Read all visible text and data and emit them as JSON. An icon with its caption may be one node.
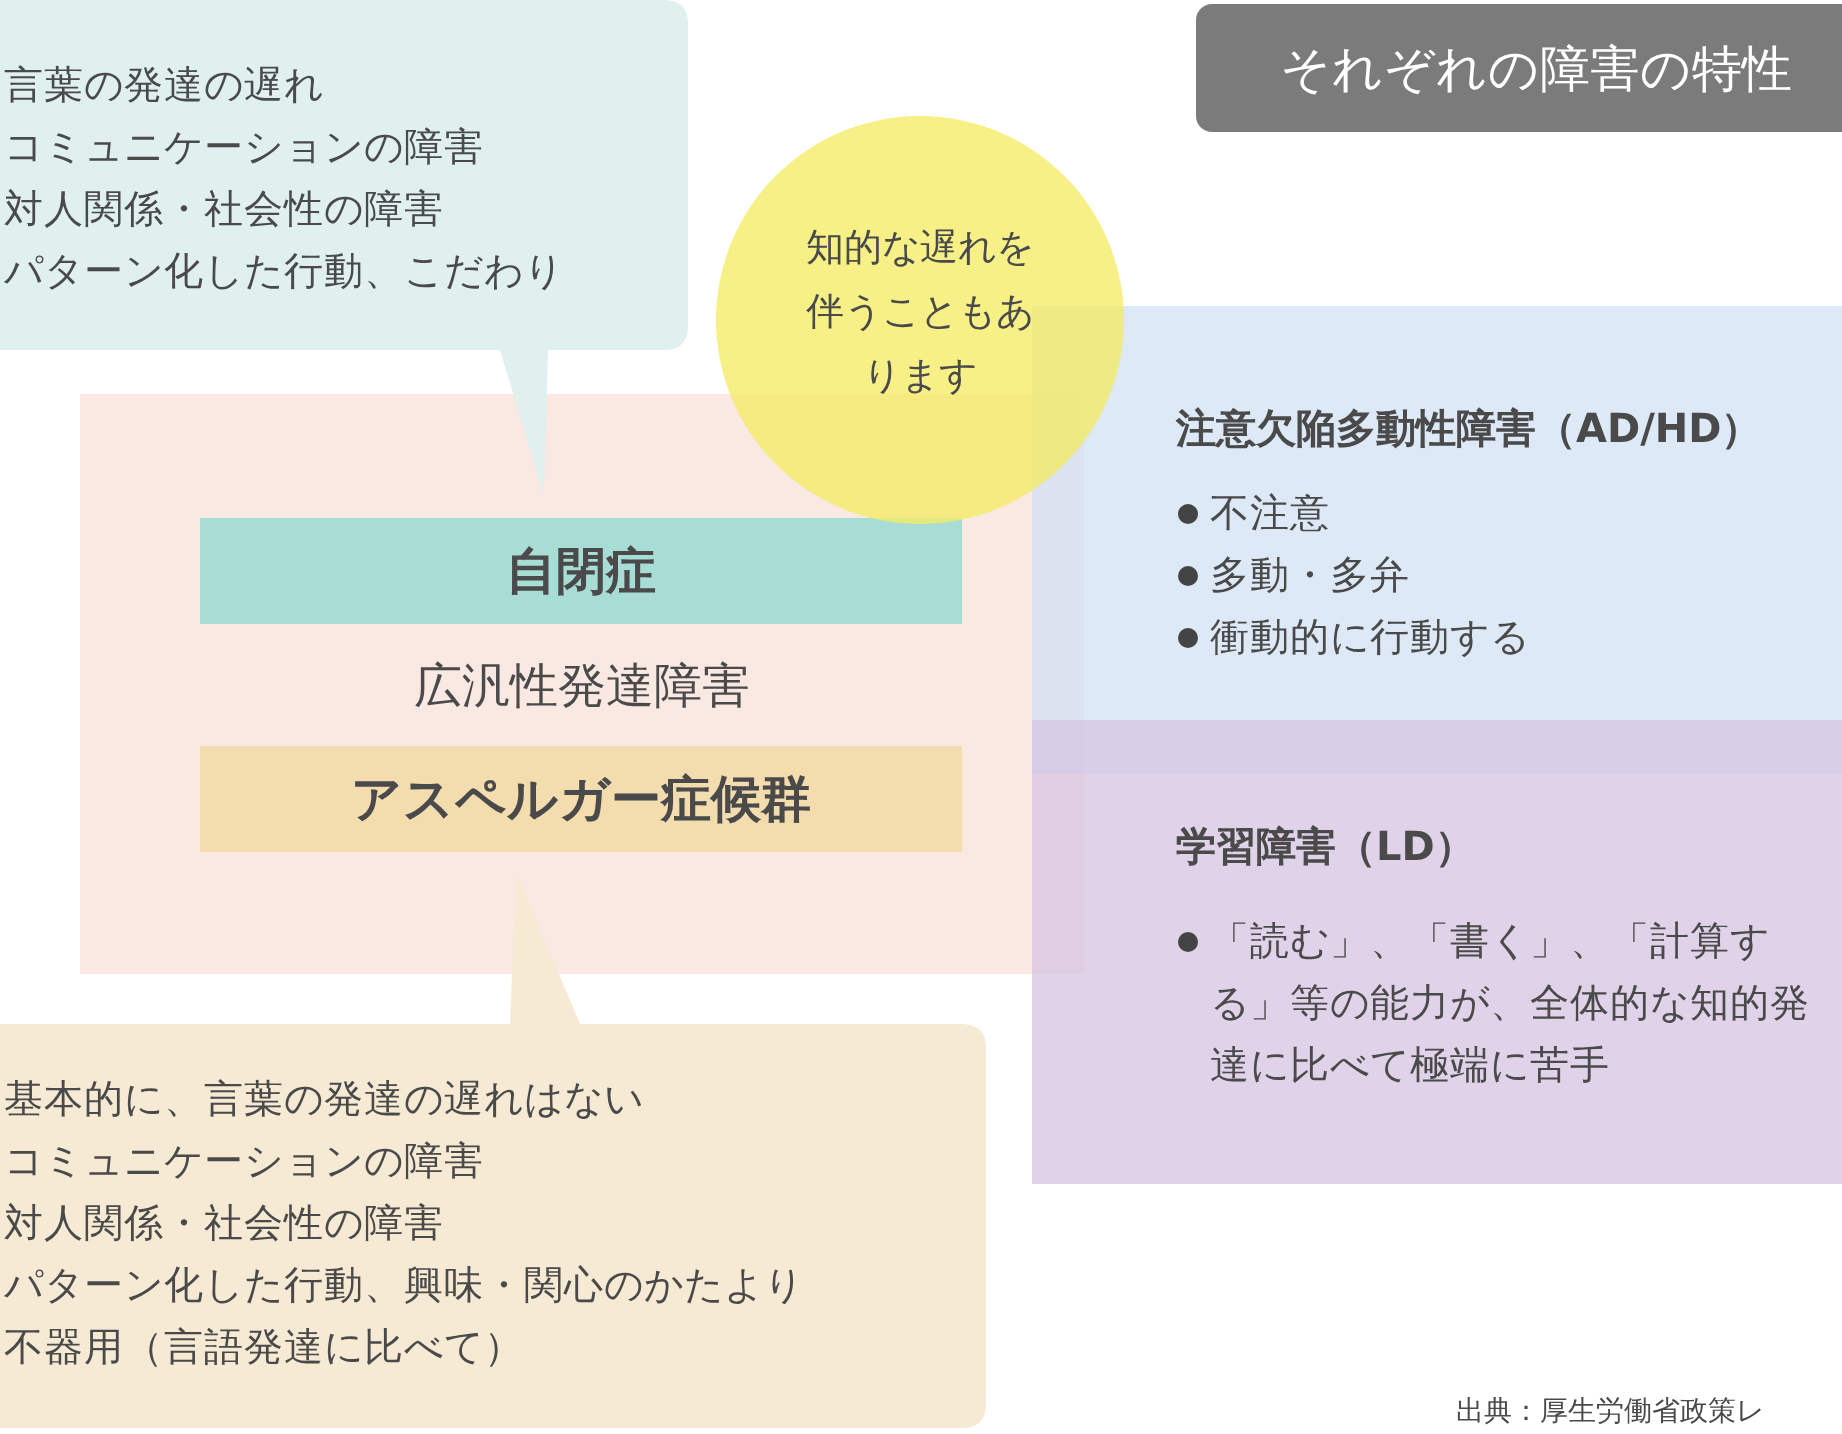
{
  "diagram": {
    "title": "それぞれの障害の特性",
    "nodes": [
      {
        "text": [
          "言葉の発達の遅れ",
          "コミュニケーションの障害",
          "対人関係・社会性の障害",
          "パターン化した行動、こだわり"
        ]
      },
      {
        "text": [
          "広汎性発達障害"
        ]
      },
      {
        "text": [
          "自閉症"
        ],
        "in": 1
      },
      {
        "text": [
          "アスペルガー症候群"
        ],
        "in": 1
      },
      {
        "text": [
          "知的な遅れを伴うこともあります"
        ]
      },
      {
        "text": [
          "注意欠陥多動性障害（AD/HD）",
          "不注意",
          "多動・多弁",
          "衝動的に行動する"
        ]
      },
      {
        "text": [
          "学習障害（LD）",
          "「読む」、「書く」、「計算する」等の能力が、全体的な知的発達に比べて極端に苦手"
        ]
      },
      {
        "text": [
          "基本的に、言葉の発達の遅れはない",
          "コミュニケーションの障害",
          "対人関係・社会性の障害",
          "パターン化した行動、興味・関心のかたより",
          "不器用（言語発達に比べて）"
        ]
      }
    ],
    "labels": [
      "出典：厚生労働省政策レ"
    ]
  }
}
